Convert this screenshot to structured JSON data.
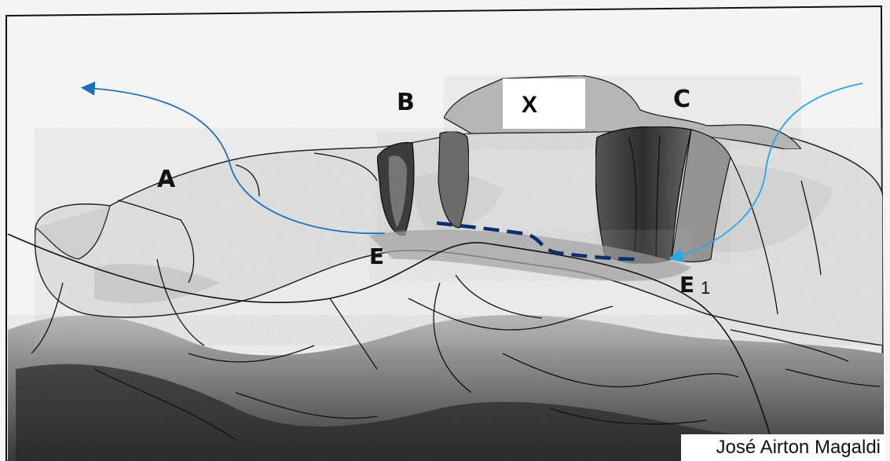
{
  "labels": {
    "a": "A",
    "b": "B",
    "c": "C",
    "e": "E",
    "e1_letter": "E",
    "e1_sub": "1",
    "x": "X"
  },
  "credit": "José Airton Magaldi",
  "colors": {
    "arrow_dark_blue": "#1f6fbf",
    "arrow_light_blue": "#29a8e6",
    "dashed_path": "#0b2e6b",
    "shading_dark": "#4a4a4a",
    "paper": "#f7f7f7"
  }
}
